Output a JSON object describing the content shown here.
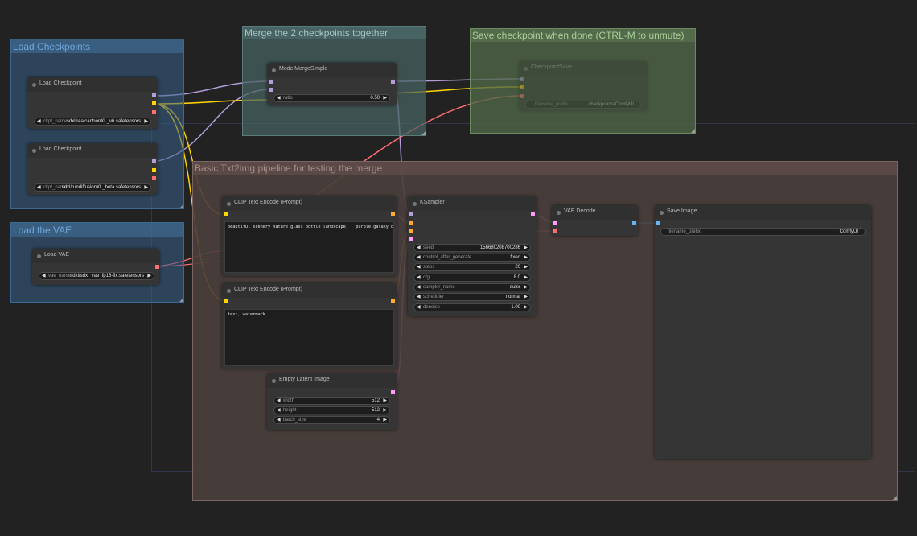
{
  "groups": {
    "load_checkpoints": "Load Checkpoints",
    "merge": "Merge the 2 checkpoints together",
    "save": "Save checkpoint when done (CTRL-M to unmute)",
    "load_vae": "Load the VAE",
    "pipeline": "Basic Txt2img pipeline for testing the merge"
  },
  "nodes": {
    "load_checkpoint_1": {
      "title": "Load Checkpoint",
      "widget_label": "ckpt_name",
      "widget_value": "sdxl/realcartoonXL_v6.safetensors"
    },
    "load_checkpoint_2": {
      "title": "Load Checkpoint",
      "widget_label": "ckpt_name",
      "widget_value": "sdxl/rundiffusionXL_beta.safetensors"
    },
    "load_vae": {
      "title": "Load VAE",
      "widget_label": "vae_name",
      "widget_value": "sdxl/sdxl_vae_fp16-fix.safetensors"
    },
    "model_merge": {
      "title": "ModelMergeSimple",
      "widget_label": "ratio",
      "widget_value": "0.50"
    },
    "checkpoint_save": {
      "title": "CheckpointSave",
      "widget_label": "filename_prefix",
      "widget_value": "checkpoints/ComfyUI"
    },
    "clip_pos": {
      "title": "CLIP Text Encode (Prompt)",
      "text": "beautiful scenery nature glass bottle landscape, , purple galaxy bottle,"
    },
    "clip_neg": {
      "title": "CLIP Text Encode (Prompt)",
      "text": "text, watermark"
    },
    "empty_latent": {
      "title": "Empty Latent Image",
      "widgets": [
        {
          "label": "width",
          "value": "512"
        },
        {
          "label": "height",
          "value": "512"
        },
        {
          "label": "batch_size",
          "value": "4"
        }
      ]
    },
    "ksampler": {
      "title": "KSampler",
      "widgets": [
        {
          "label": "seed",
          "value": "156680208700286"
        },
        {
          "label": "control_after_generate",
          "value": "fixed"
        },
        {
          "label": "steps",
          "value": "20"
        },
        {
          "label": "cfg",
          "value": "8.0"
        },
        {
          "label": "sampler_name",
          "value": "euler"
        },
        {
          "label": "scheduler",
          "value": "normal"
        },
        {
          "label": "denoise",
          "value": "1.00"
        }
      ]
    },
    "vae_decode": {
      "title": "VAE Decode"
    },
    "save_image": {
      "title": "Save Image",
      "widget_label": "filename_prefix",
      "widget_value": "ComfyUI"
    }
  },
  "colors": {
    "background": "#222222",
    "model_link": "#b39ddb",
    "clip_link": "#ffd500",
    "vae_link": "#ff6e6e",
    "conditioning_link": "#ffa931",
    "latent_link": "#ff9cf9",
    "image_link": "#64b5f6"
  }
}
